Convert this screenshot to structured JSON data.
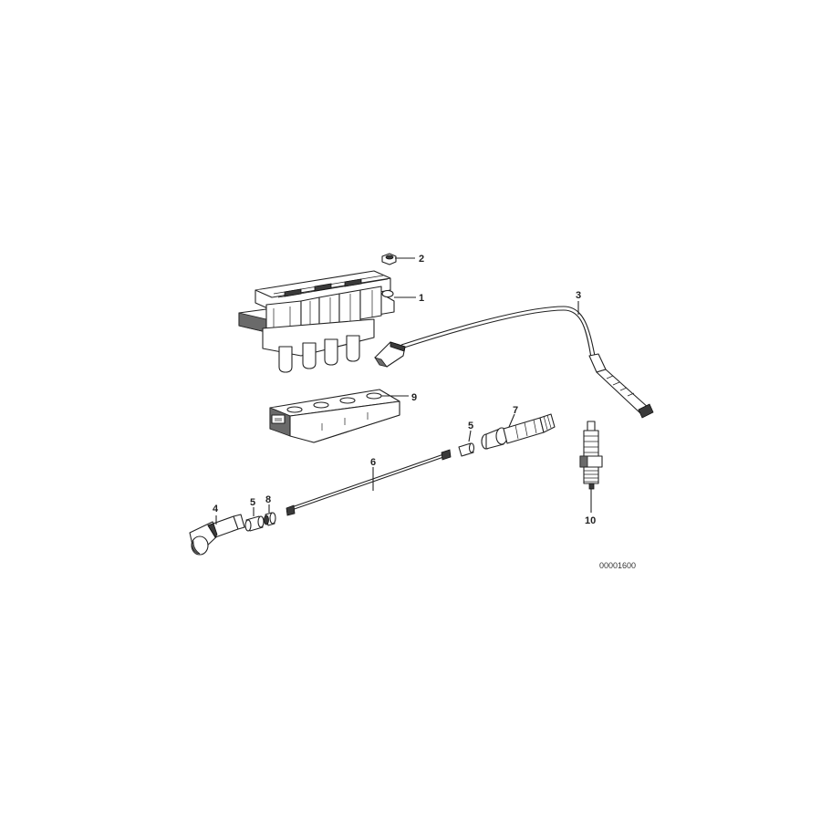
{
  "callouts": {
    "c1": "1",
    "c2": "2",
    "c3": "3",
    "c4": "4",
    "c5a": "5",
    "c5b": "5",
    "c6": "6",
    "c7": "7",
    "c8": "8",
    "c9": "9",
    "c10": "10"
  },
  "drawing_code": "00001600"
}
